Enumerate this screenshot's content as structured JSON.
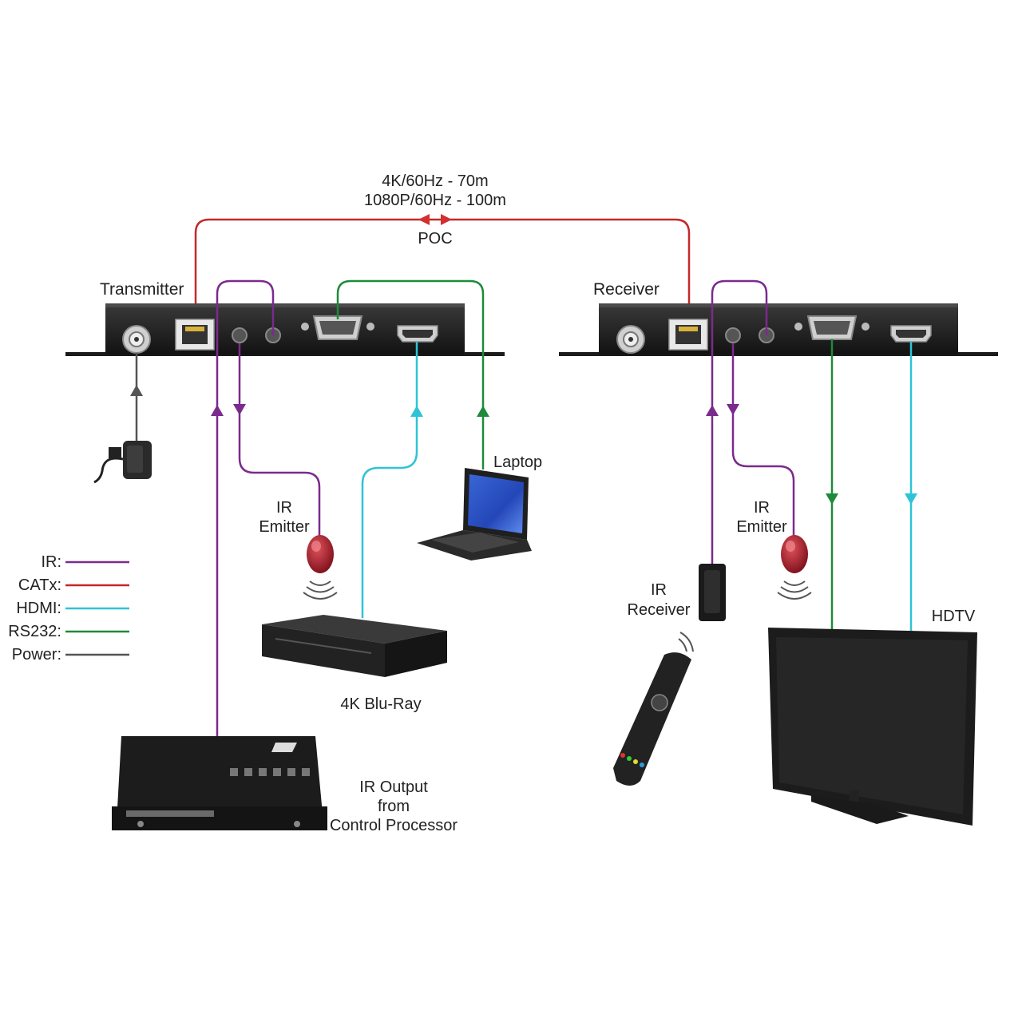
{
  "link": {
    "line1": "4K/60Hz - 70m",
    "line2": "1080P/60Hz - 100m",
    "poc": "POC"
  },
  "transmitter": {
    "title": "Transmitter"
  },
  "receiver": {
    "title": "Receiver"
  },
  "devices": {
    "laptop": "Laptop",
    "ir_emitter_tx_line1": "IR",
    "ir_emitter_tx_line2": "Emitter",
    "ir_emitter_rx_line1": "IR",
    "ir_emitter_rx_line2": "Emitter",
    "ir_receiver_line1": "IR",
    "ir_receiver_line2": "Receiver",
    "bluray": "4K Blu-Ray",
    "hdtv": "HDTV",
    "ir_output_line1": "IR Output",
    "ir_output_line2": "from",
    "ir_output_line3": "Control Processor"
  },
  "legend": [
    {
      "label": "IR:",
      "color": "#7b2a8e"
    },
    {
      "label": "CATx:",
      "color": "#c62828"
    },
    {
      "label": "HDMI:",
      "color": "#2ec4d6"
    },
    {
      "label": "RS232:",
      "color": "#1e8a3a"
    },
    {
      "label": "Power:",
      "color": "#555555"
    }
  ],
  "colors": {
    "ir": "#7b2a8e",
    "catx": "#c62828",
    "hdmi": "#2ec4d6",
    "rs232": "#1e8a3a",
    "power": "#555555",
    "device": "#1b1b1b"
  }
}
